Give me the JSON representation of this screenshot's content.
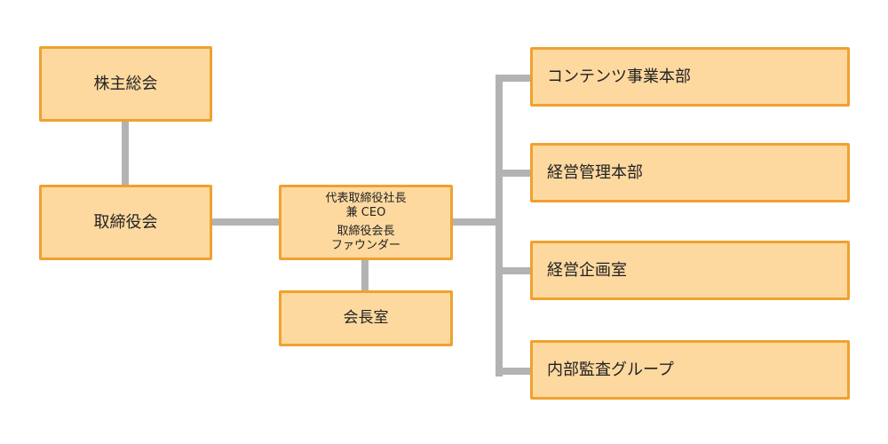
{
  "org_chart": {
    "shareholders_meeting": "株主総会",
    "board_of_directors": "取締役会",
    "ceo_box": {
      "line1": "代表取締役社長",
      "line2": "兼 CEO",
      "line3": "取締役会長",
      "line4": "ファウンダー"
    },
    "chairman_office": "会長室",
    "departments": [
      "コンテンツ事業本部",
      "経営管理本部",
      "経営企画室",
      "内部監査グループ"
    ],
    "colors": {
      "box_fill": "#fdd9a0",
      "box_border": "#f0a12e",
      "connector": "#b3b3b3"
    }
  }
}
